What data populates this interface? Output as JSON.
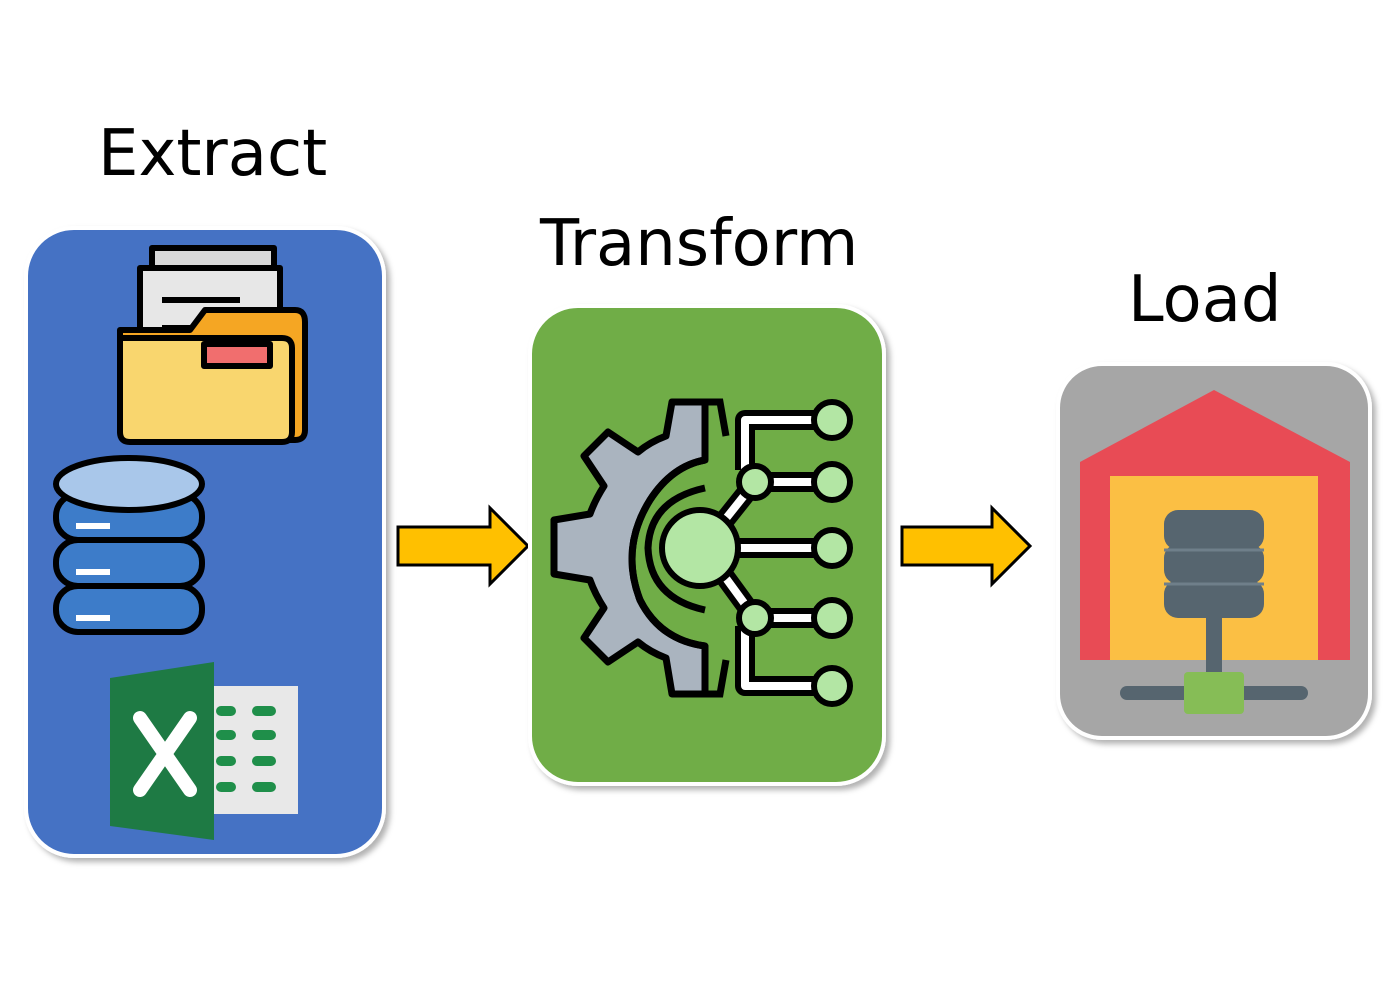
{
  "stages": [
    {
      "id": "extract",
      "label": "Extract",
      "panel_color": "#4472c4",
      "icons": [
        "folder-icon",
        "database-icon",
        "spreadsheet-icon"
      ]
    },
    {
      "id": "transform",
      "label": "Transform",
      "panel_color": "#70ad47",
      "icons": [
        "gear-network-icon"
      ]
    },
    {
      "id": "load",
      "label": "Load",
      "panel_color": "#a6a6a6",
      "icons": [
        "warehouse-icon"
      ]
    }
  ],
  "arrow_color": "#ffc000",
  "flow": [
    "extract",
    "transform",
    "load"
  ]
}
